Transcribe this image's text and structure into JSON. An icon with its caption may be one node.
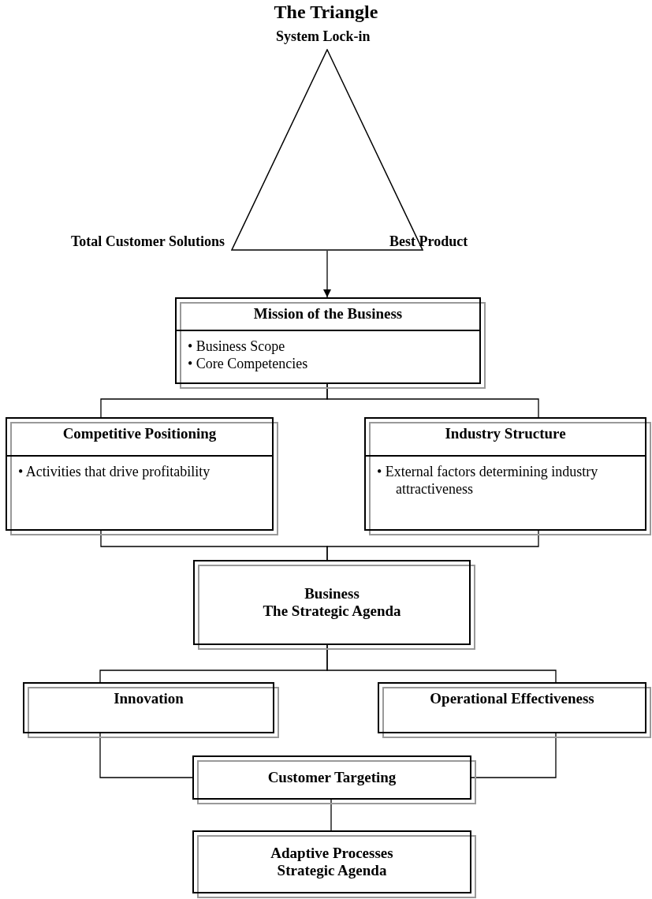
{
  "diagram": {
    "title": "The Triangle",
    "nodes": [
      {
        "text": [],
        "shape": "triangle",
        "beside": [
          "System Lock-in",
          "Total Customer Solutions",
          "Best Product"
        ]
      },
      {
        "text": [
          "Mission of the Business",
          "• Business Scope",
          "• Core Competencies"
        ]
      },
      {
        "text": [
          "Competitive Positioning",
          "• Activities that drive profitability"
        ]
      },
      {
        "text": [
          "Industry Structure",
          "• External factors determining industry attractiveness"
        ]
      },
      {
        "text": [
          "Business",
          "The Strategic Agenda"
        ]
      },
      {
        "text": [
          "Innovation"
        ]
      },
      {
        "text": [
          "Operational Effectiveness"
        ]
      },
      {
        "text": [
          "Customer Targeting"
        ]
      },
      {
        "text": [
          "Adaptive Processes",
          "Strategic Agenda"
        ]
      }
    ],
    "edges": [
      {
        "from": 0,
        "to": 1,
        "arrow": "to"
      },
      {
        "from": 1,
        "to": 2,
        "arrow": "none"
      },
      {
        "from": 1,
        "to": 3,
        "arrow": "none"
      },
      {
        "from": 2,
        "to": 4,
        "arrow": "none"
      },
      {
        "from": 3,
        "to": 4,
        "arrow": "none"
      },
      {
        "from": 4,
        "to": 5,
        "arrow": "none"
      },
      {
        "from": 4,
        "to": 6,
        "arrow": "none"
      },
      {
        "from": 5,
        "to": 7,
        "arrow": "none"
      },
      {
        "from": 6,
        "to": 7,
        "arrow": "none"
      },
      {
        "from": 7,
        "to": 8,
        "arrow": "none"
      }
    ]
  }
}
